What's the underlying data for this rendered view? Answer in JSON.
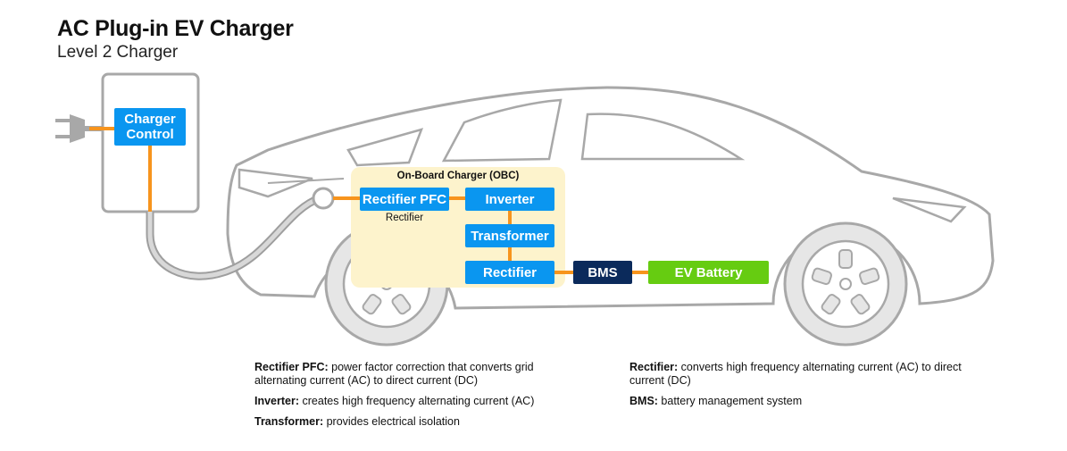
{
  "header": {
    "title": "AC Plug-in EV Charger",
    "subtitle": "Level 2 Charger"
  },
  "diagram": {
    "charger_control": "Charger Control",
    "obc_label": "On-Board Charger (OBC)",
    "rectifier_pfc": "Rectifier PFC",
    "rectifier_pfc_overlay": "Rectifier",
    "inverter": "Inverter",
    "transformer": "Transformer",
    "rectifier": "Rectifier",
    "bms": "BMS",
    "ev_battery": "EV Battery"
  },
  "colors": {
    "block_blue": "#0a96f0",
    "bms_navy": "#0b2a5b",
    "battery_green": "#66cc11",
    "wire_orange": "#f7941d",
    "obc_background": "#fdf3cc",
    "outline_gray": "#a8a8a8"
  },
  "legend": {
    "left": [
      {
        "term": "Rectifier PFC:",
        "desc": " power factor correction that converts grid alternating current (AC) to direct current (DC)"
      },
      {
        "term": "Inverter:",
        "desc": " creates high frequency alternating current (AC)"
      },
      {
        "term": "Transformer:",
        "desc": " provides electrical isolation"
      }
    ],
    "right": [
      {
        "term": "Rectifier:",
        "desc": " converts high frequency alternating current (AC) to direct current (DC)"
      },
      {
        "term": "BMS:",
        "desc": " battery management system"
      }
    ]
  }
}
